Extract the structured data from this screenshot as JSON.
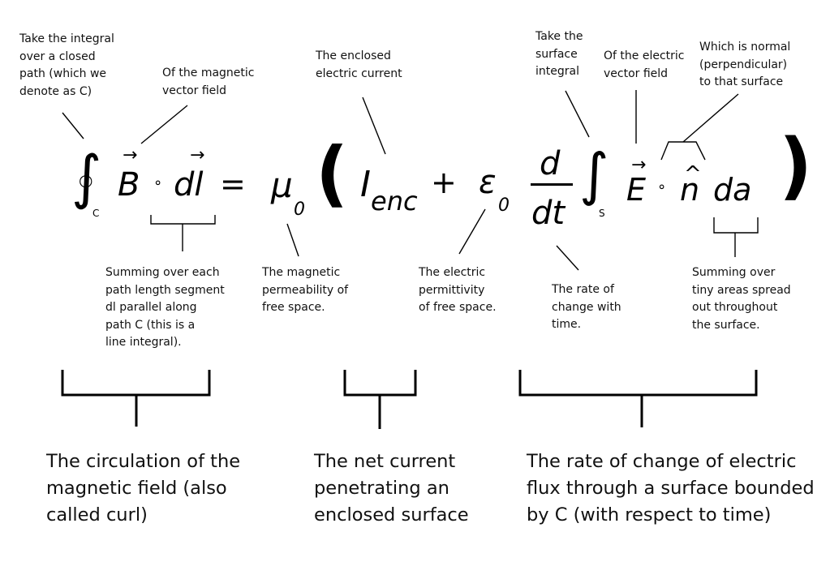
{
  "equation": {
    "integral_sign": "∫",
    "closed_circle": "○",
    "sub_c": "C",
    "B": "B",
    "dot": "∘",
    "dl": "dl",
    "vector_arrow": "→",
    "equals": "=",
    "mu": "μ",
    "sub_zero": "0",
    "paren_open": "(",
    "I": "I",
    "enc": "enc",
    "plus": "+",
    "epsilon": "ε",
    "d_num": "d",
    "dt": "dt",
    "sub_s": "S",
    "E": "E",
    "n": "n",
    "hat": "^",
    "da": "da",
    "paren_close": ")"
  },
  "top_annotations": {
    "closed_integral": [
      "Take the integral",
      "over a closed",
      "path (which we",
      "denote as C)"
    ],
    "magnetic_field": [
      "Of the magnetic",
      "vector field"
    ],
    "enclosed_current": [
      "The enclosed",
      "electric current"
    ],
    "surface_integral": [
      "Take the",
      "surface",
      "integral"
    ],
    "electric_field": [
      "Of the electric",
      "vector field"
    ],
    "normal": [
      "Which is normal",
      "(perpendicular)",
      "to that surface"
    ]
  },
  "bottom_annotations": {
    "path_length": [
      "Summing over each",
      "path length segment",
      "dl parallel along",
      "path C (this is a",
      "line integral)."
    ],
    "permeability": [
      "The magnetic",
      "permeability of",
      "free space."
    ],
    "permittivity": [
      "The electric",
      "permittivity",
      "of free space."
    ],
    "rate_of_change": [
      "The rate of",
      "change with",
      "time."
    ],
    "tiny_areas": [
      "Summing over",
      "tiny areas spread",
      "out throughout",
      "the surface."
    ]
  },
  "summaries": {
    "circulation": [
      "The circulation of the",
      "magnetic field (also",
      "called curl)"
    ],
    "net_current": [
      "The net current",
      "penetrating an",
      "enclosed surface"
    ],
    "flux_change": [
      "The rate of change of electric",
      "flux through a surface bounded",
      "by C (with respect to time)"
    ]
  }
}
